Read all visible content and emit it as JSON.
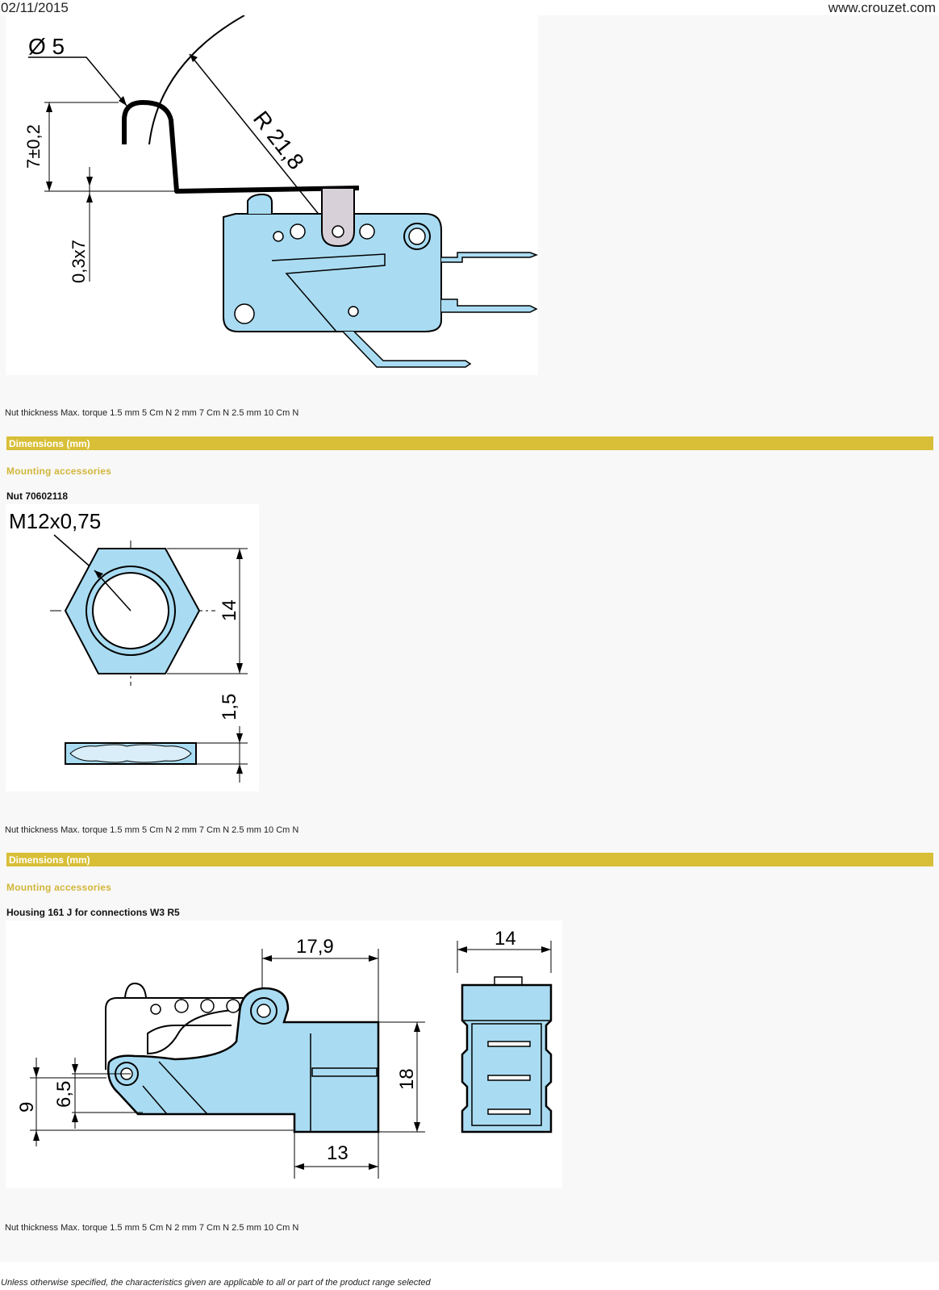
{
  "header": {
    "date": "02/11/2015",
    "site": "www.crouzet.com"
  },
  "sections": [
    {
      "note": "Nut thickness Max. torque 1.5 mm 5 Cm N 2 mm 7 Cm N 2.5 mm 10 Cm N",
      "figure_labels": {
        "diameter": "Ø 5",
        "radius": "R 21,8",
        "height": "7±0,2",
        "thickness": "0,3x7"
      }
    },
    {
      "bar": "Dimensions (mm)",
      "subheading": "Mounting accessories",
      "title": "Nut 70602118",
      "figure_labels": {
        "thread": "M12x0,75",
        "across": "14",
        "thickness": "1,5"
      },
      "note": "Nut thickness Max. torque 1.5 mm 5 Cm N 2 mm 7 Cm N 2.5 mm 10 Cm N"
    },
    {
      "bar": "Dimensions (mm)",
      "subheading": "Mounting accessories",
      "title": "Housing 161 J for connections W3 R5",
      "figure_labels": {
        "top": "17,9",
        "width": "14",
        "height": "18",
        "bottom": "13",
        "left_a": "9",
        "left_b": "6,5"
      },
      "note": "Nut thickness Max. torque 1.5 mm 5 Cm N 2 mm 7 Cm N 2.5 mm 10 Cm N"
    }
  ],
  "footer": "Unless otherwise specified, the characteristics given are applicable to all or part of the product range selected",
  "colors": {
    "accent_bar": "#d8bf37",
    "accent_text": "#d2b63b",
    "part_fill": "#a9dcf2"
  }
}
